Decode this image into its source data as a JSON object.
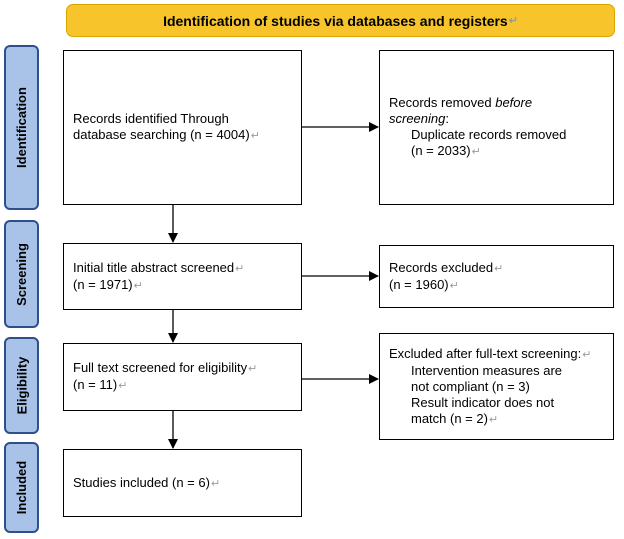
{
  "banner": {
    "title": "Identification of studies via databases and registers"
  },
  "stages": {
    "identification": "Identification",
    "screening": "Screening",
    "eligibility": "Eligibility",
    "included": "Included"
  },
  "boxes": {
    "identified": {
      "line1": "Records identified Through",
      "line2": "database searching (n = 4004)"
    },
    "removed": {
      "line1_a": "Records removed ",
      "line1_b": "before",
      "line2": "screening",
      "line2_colon": ":",
      "line3": "Duplicate records removed",
      "line4": "(n = 2033)"
    },
    "screened": {
      "line1": "Initial title abstract screened",
      "line2": "(n = 1971)"
    },
    "excluded": {
      "line1": "Records excluded",
      "line2": "(n = 1960)"
    },
    "fulltext": {
      "line1": "Full text screened for eligibility",
      "line2": "(n = 11)"
    },
    "excluded_fulltext": {
      "line1": "Excluded after full-text screening:",
      "line2": "Intervention measures are",
      "line3": "not compliant (n = 3)",
      "line4": "Result indicator does not",
      "line5": "match (n = 2)"
    },
    "included": {
      "line1": "Studies included (n = 6)"
    }
  },
  "para_mark": "↵"
}
